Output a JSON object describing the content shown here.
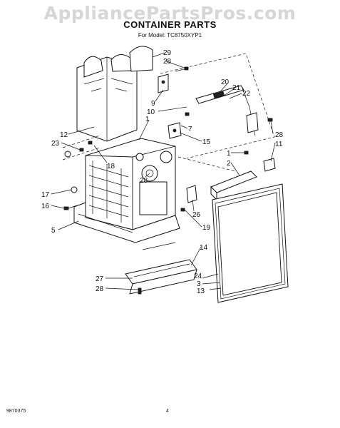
{
  "watermark": "AppliancePartsPros.com",
  "title": "CONTAINER PARTS",
  "model": "For Model: TC8750XYP1",
  "footer": {
    "doc_number": "9870375",
    "page_number": "4"
  },
  "callouts": [
    {
      "id": "c29",
      "label": "29"
    },
    {
      "id": "c28a",
      "label": "28"
    },
    {
      "id": "c20",
      "label": "20"
    },
    {
      "id": "c21",
      "label": "21"
    },
    {
      "id": "c22",
      "label": "22"
    },
    {
      "id": "c9",
      "label": "9"
    },
    {
      "id": "c10",
      "label": "10"
    },
    {
      "id": "c1a",
      "label": "1"
    },
    {
      "id": "c7",
      "label": "7"
    },
    {
      "id": "c12",
      "label": "12"
    },
    {
      "id": "c15",
      "label": "15"
    },
    {
      "id": "c28b",
      "label": "28"
    },
    {
      "id": "c11",
      "label": "11"
    },
    {
      "id": "c23",
      "label": "23"
    },
    {
      "id": "c18",
      "label": "18"
    },
    {
      "id": "c28c",
      "label": "28"
    },
    {
      "id": "c1b",
      "label": "1"
    },
    {
      "id": "c2",
      "label": "2"
    },
    {
      "id": "c17",
      "label": "17"
    },
    {
      "id": "c16",
      "label": "16"
    },
    {
      "id": "c26",
      "label": "26"
    },
    {
      "id": "c5",
      "label": "5"
    },
    {
      "id": "c19",
      "label": "19"
    },
    {
      "id": "c14",
      "label": "14"
    },
    {
      "id": "c27",
      "label": "27"
    },
    {
      "id": "c24",
      "label": "24"
    },
    {
      "id": "c3",
      "label": "3"
    },
    {
      "id": "c28d",
      "label": "28"
    },
    {
      "id": "c13",
      "label": "13"
    }
  ]
}
